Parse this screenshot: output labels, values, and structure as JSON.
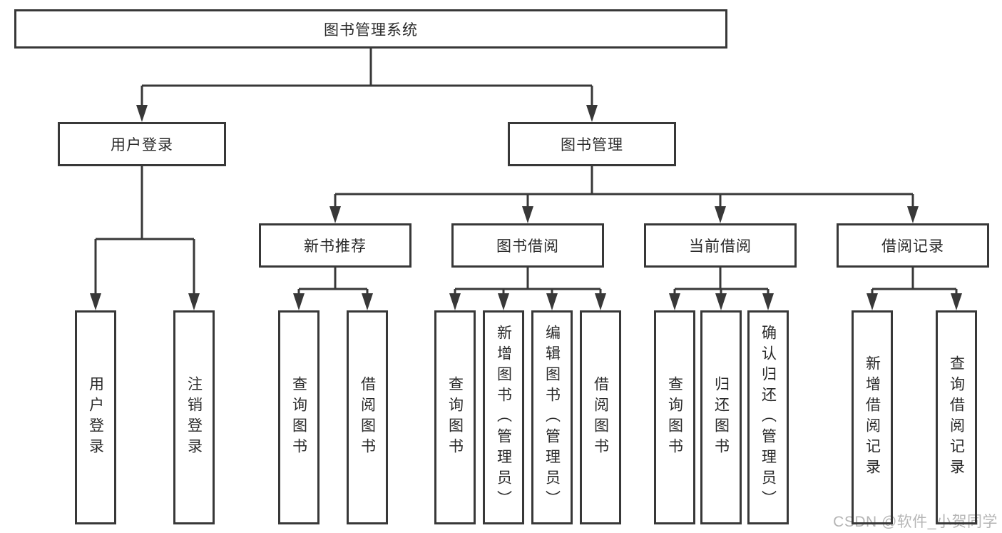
{
  "tree": {
    "root": {
      "label": "图书管理系统"
    },
    "user_login": {
      "label": "用户登录",
      "children": [
        {
          "label": "用户登录"
        },
        {
          "label": "注销登录"
        }
      ]
    },
    "book_management": {
      "label": "图书管理",
      "sections": [
        {
          "label": "新书推荐",
          "children": [
            {
              "label": "查询图书"
            },
            {
              "label": "借阅图书"
            }
          ]
        },
        {
          "label": "图书借阅",
          "children": [
            {
              "label": "查询图书"
            },
            {
              "label": "新增图书（管理员）"
            },
            {
              "label": "编辑图书（管理员）"
            },
            {
              "label": "借阅图书"
            }
          ]
        },
        {
          "label": "当前借阅",
          "children": [
            {
              "label": "查询图书"
            },
            {
              "label": "归还图书"
            },
            {
              "label": "确认归还（管理员）"
            }
          ]
        },
        {
          "label": "借阅记录",
          "children": [
            {
              "label": "新增借阅记录"
            },
            {
              "label": "查询借阅记录"
            }
          ]
        }
      ]
    }
  },
  "watermark": {
    "text": "CSDN @软件_小贺同学"
  },
  "colors": {
    "line": "#383838",
    "text": "#2a2a2a",
    "watermark": "#b5b5b5",
    "background": "#ffffff"
  }
}
